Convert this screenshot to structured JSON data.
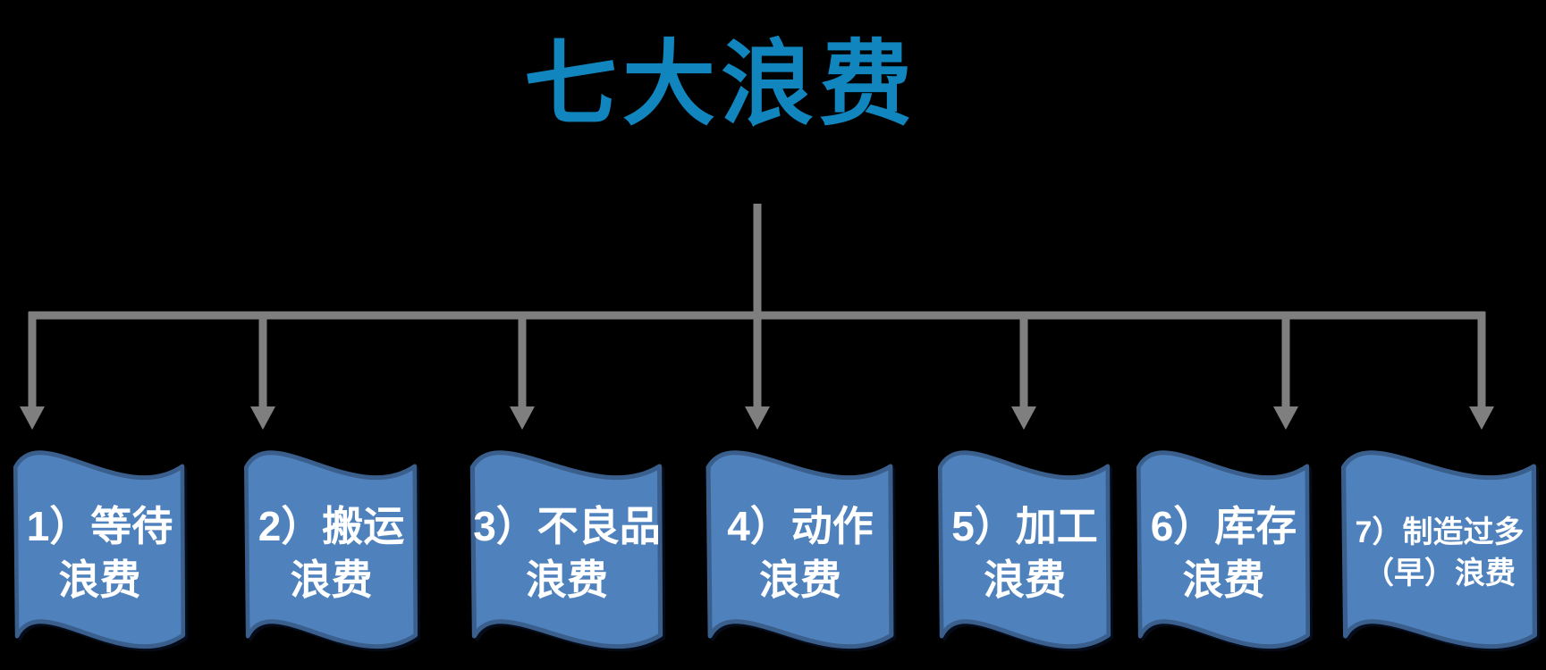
{
  "title": {
    "text": "七大浪费"
  },
  "flags": [
    {
      "id": "waiting",
      "line1": "1）等待",
      "line2": "浪费"
    },
    {
      "id": "transport",
      "line1": "2）搬运",
      "line2": "浪费"
    },
    {
      "id": "defects",
      "line1": "3）不良品",
      "line2": "浪费"
    },
    {
      "id": "motion",
      "line1": "4）动作",
      "line2": "浪费"
    },
    {
      "id": "processing",
      "line1": "5）加工",
      "line2": "浪费"
    },
    {
      "id": "inventory",
      "line1": "6）库存",
      "line2": "浪费"
    },
    {
      "id": "overproduction",
      "line1": "7）制造过多",
      "line2": "（早）浪费"
    }
  ],
  "colors": {
    "background": "#000000",
    "titleBlue": "#1186BE",
    "connectorGray": "#7F7F7F",
    "flagFill": "#4F81BD",
    "flagBorder": "#3A5F8C",
    "flagText": "#FFFFFF"
  }
}
